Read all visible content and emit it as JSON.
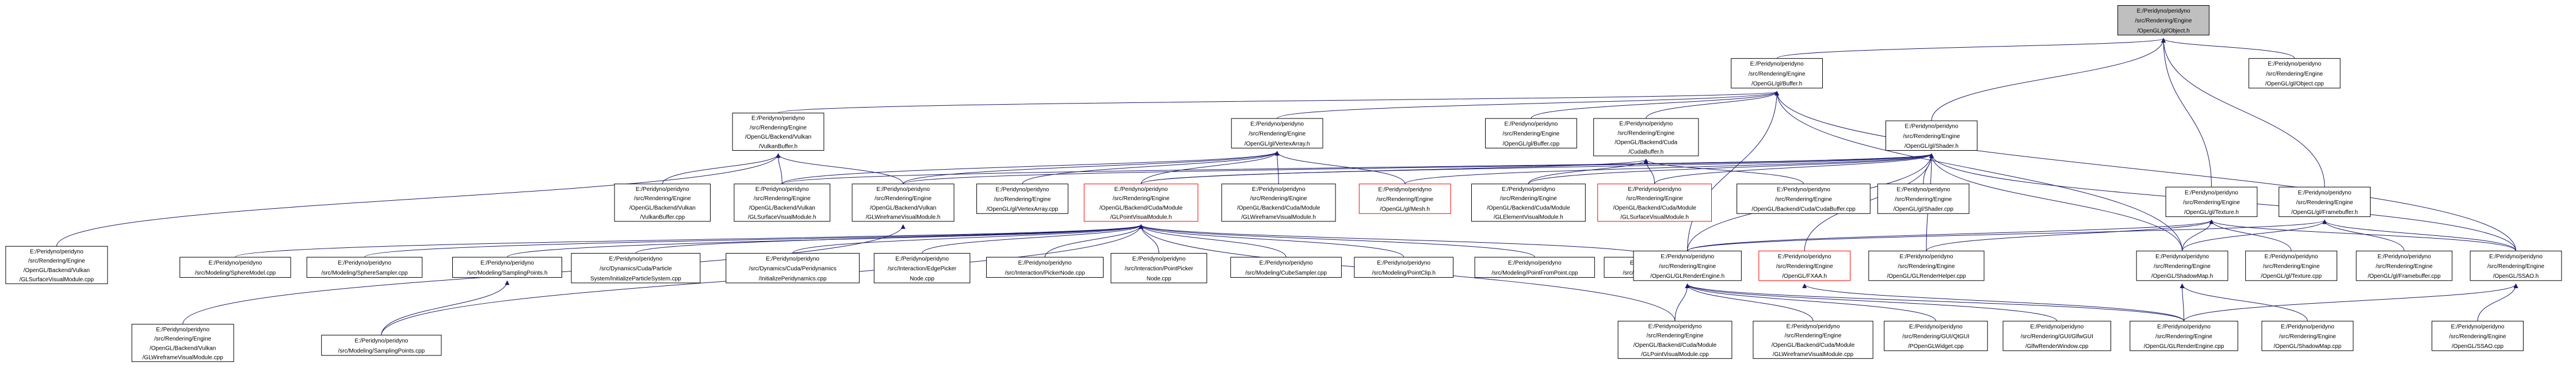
{
  "graph": {
    "colors": {
      "edge": "#191970",
      "root_fill": "#bfbfbf",
      "highlight_border": "#ff0000"
    },
    "nodes": [
      {
        "id": "root",
        "lines": [
          "E:/Peridyno/peridyno",
          "/src/Rendering/Engine",
          "/OpenGL/gl/Object.h"
        ],
        "root": true
      },
      {
        "id": "object_cpp",
        "lines": [
          "E:/Peridyno/peridyno",
          "/src/Rendering/Engine",
          "/OpenGL/gl/Object.cpp"
        ]
      },
      {
        "id": "buffer_h",
        "lines": [
          "E:/Peridyno/peridyno",
          "/src/Rendering/Engine",
          "/OpenGL/gl/Buffer.h"
        ]
      },
      {
        "id": "vulkan_buffer_h",
        "lines": [
          "E:/Peridyno/peridyno",
          "/src/Rendering/Engine",
          "/OpenGL/Backend/Vulkan",
          "/VulkanBuffer.h"
        ]
      },
      {
        "id": "vertexarray_h",
        "lines": [
          "E:/Peridyno/peridyno",
          "/src/Rendering/Engine",
          "/OpenGL/gl/VertexArray.h"
        ]
      },
      {
        "id": "buffer_cpp",
        "lines": [
          "E:/Peridyno/peridyno",
          "/src/Rendering/Engine",
          "/OpenGL/gl/Buffer.cpp"
        ]
      },
      {
        "id": "cudabuffer_h",
        "lines": [
          "E:/Peridyno/peridyno",
          "/src/Rendering/Engine",
          "/OpenGL/Backend/Cuda",
          "/CudaBuffer.h"
        ]
      },
      {
        "id": "shader_h",
        "lines": [
          "E:/Peridyno/peridyno",
          "/src/Rendering/Engine",
          "/OpenGL/gl/Shader.h"
        ]
      },
      {
        "id": "texture_h",
        "lines": [
          "E:/Peridyno/peridyno",
          "/src/Rendering/Engine",
          "/OpenGL/gl/Texture.h"
        ]
      },
      {
        "id": "framebuffer_h",
        "lines": [
          "E:/Peridyno/peridyno",
          "/src/Rendering/Engine",
          "/OpenGL/gl/Framebuffer.h"
        ]
      },
      {
        "id": "vulkanbuffer_cpp",
        "lines": [
          "E:/Peridyno/peridyno",
          "/src/Rendering/Engine",
          "/OpenGL/Backend/Vulkan",
          "/VulkanBuffer.cpp"
        ]
      },
      {
        "id": "vk_surface_h",
        "lines": [
          "E:/Peridyno/peridyno",
          "/src/Rendering/Engine",
          "/OpenGL/Backend/Vulkan",
          "/GLSurfaceVisualModule.h"
        ]
      },
      {
        "id": "vk_wireframe_h",
        "lines": [
          "E:/Peridyno/peridyno",
          "/src/Rendering/Engine",
          "/OpenGL/Backend/Vulkan",
          "/GLWireframeVisualModule.h"
        ]
      },
      {
        "id": "vertexarray_cpp",
        "lines": [
          "E:/Peridyno/peridyno",
          "/src/Rendering/Engine",
          "/OpenGL/gl/VertexArray.cpp"
        ]
      },
      {
        "id": "cuda_point_h",
        "lines": [
          "E:/Peridyno/peridyno",
          "/src/Rendering/Engine",
          "/OpenGL/Backend/Cuda/Module",
          "/GLPointVisualModule.h"
        ],
        "red": true
      },
      {
        "id": "cuda_wireframe_h",
        "lines": [
          "E:/Peridyno/peridyno",
          "/src/Rendering/Engine",
          "/OpenGL/Backend/Cuda/Module",
          "/GLWireframeVisualModule.h"
        ]
      },
      {
        "id": "mesh_h",
        "lines": [
          "E:/Peridyno/peridyno",
          "/src/Rendering/Engine",
          "/OpenGL/gl/Mesh.h"
        ],
        "red": true
      },
      {
        "id": "cuda_element_h",
        "lines": [
          "E:/Peridyno/peridyno",
          "/src/Rendering/Engine",
          "/OpenGL/Backend/Cuda/Module",
          "/GLElementVisualModule.h"
        ]
      },
      {
        "id": "cuda_surface_h",
        "lines": [
          "E:/Peridyno/peridyno",
          "/src/Rendering/Engine",
          "/OpenGL/Backend/Cuda/Module",
          "/GLSurfaceVisualModule.h"
        ],
        "red": true
      },
      {
        "id": "cudabuffer_cpp",
        "lines": [
          "E:/Peridyno/peridyno",
          "/src/Rendering/Engine",
          "/OpenGL/Backend/Cuda/CudaBuffer.cpp"
        ]
      },
      {
        "id": "shader_cpp",
        "lines": [
          "E:/Peridyno/peridyno",
          "/src/Rendering/Engine",
          "/OpenGL/gl/Shader.cpp"
        ]
      },
      {
        "id": "vk_surface_cpp",
        "lines": [
          "E:/Peridyno/peridyno",
          "/src/Rendering/Engine",
          "/OpenGL/Backend/Vulkan",
          "/GLSurfaceVisualModule.cpp"
        ]
      },
      {
        "id": "spheremodel_cpp",
        "lines": [
          "E:/Peridyno/peridyno",
          "/src/Modeling/SphereModel.cpp"
        ]
      },
      {
        "id": "spheresampler_cpp",
        "lines": [
          "E:/Peridyno/peridyno",
          "/src/Modeling/SphereSampler.cpp"
        ]
      },
      {
        "id": "samplingpoints_h",
        "lines": [
          "E:/Peridyno/peridyno",
          "/src/Modeling/SamplingPoints.h"
        ]
      },
      {
        "id": "cudaparticle_cpp",
        "lines": [
          "E:/Peridyno/peridyno",
          "/src/Dynamics/Cuda/Particle",
          "System/InitializeParticleSystem.cpp"
        ]
      },
      {
        "id": "initperi_cpp",
        "lines": [
          "E:/Peridyno/peridyno",
          "/src/Dynamics/Cuda/Peridynamics",
          "/InitializePeridynamics.cpp"
        ]
      },
      {
        "id": "edgepicker_cpp",
        "lines": [
          "E:/Peridyno/peridyno",
          "/src/Interaction/EdgePicker",
          "Node.cpp"
        ]
      },
      {
        "id": "pickernode_cpp",
        "lines": [
          "E:/Peridyno/peridyno",
          "/src/Interaction/PickerNode.cpp"
        ]
      },
      {
        "id": "pointpicker_cpp",
        "lines": [
          "E:/Peridyno/peridyno",
          "/src/Interaction/PointPicker",
          "Node.cpp"
        ]
      },
      {
        "id": "cubesampler_cpp",
        "lines": [
          "E:/Peridyno/peridyno",
          "/src/Modeling/CubeSampler.cpp"
        ]
      },
      {
        "id": "pointclip_h",
        "lines": [
          "E:/Peridyno/peridyno",
          "/src/Modeling/PointClip.h"
        ]
      },
      {
        "id": "pointfrompoint_cpp",
        "lines": [
          "E:/Peridyno/peridyno",
          "/src/Modeling/PointFromPoint.cpp"
        ]
      },
      {
        "id": "sampler_cpp",
        "lines": [
          "E:/Peridyno/peridyno",
          "/src/Modeling/Sampler.cpp"
        ]
      },
      {
        "id": "glrenderengine_h",
        "lines": [
          "E:/Peridyno/peridyno",
          "/src/Rendering/Engine",
          "/OpenGL/GLRenderEngine.h"
        ]
      },
      {
        "id": "fxaa_h",
        "lines": [
          "E:/Peridyno/peridyno",
          "/src/Rendering/Engine",
          "/OpenGL/FXAA.h"
        ],
        "red": true
      },
      {
        "id": "glrenderhelper_cpp",
        "lines": [
          "E:/Peridyno/peridyno",
          "/src/Rendering/Engine",
          "/OpenGL/GLRenderHelper.cpp"
        ]
      },
      {
        "id": "shadowmap_h",
        "lines": [
          "E:/Peridyno/peridyno",
          "/src/Rendering/Engine",
          "/OpenGL/ShadowMap.h"
        ]
      },
      {
        "id": "texture_cpp",
        "lines": [
          "E:/Peridyno/peridyno",
          "/src/Rendering/Engine",
          "/OpenGL/gl/Texture.cpp"
        ]
      },
      {
        "id": "framebuffer_cpp",
        "lines": [
          "E:/Peridyno/peridyno",
          "/src/Rendering/Engine",
          "/OpenGL/gl/Framebuffer.cpp"
        ]
      },
      {
        "id": "ssao_h",
        "lines": [
          "E:/Peridyno/peridyno",
          "/src/Rendering/Engine",
          "/OpenGL/SSAO.h"
        ]
      },
      {
        "id": "vk_wireframe_cpp",
        "lines": [
          "E:/Peridyno/peridyno",
          "/src/Rendering/Engine",
          "/OpenGL/Backend/Vulkan",
          "/GLWireframeVisualModule.cpp"
        ]
      },
      {
        "id": "samplingpoints_cpp",
        "lines": [
          "E:/Peridyno/peridyno",
          "/src/Modeling/SamplingPoints.cpp"
        ]
      },
      {
        "id": "cuda_point_cpp",
        "lines": [
          "E:/Peridyno/peridyno",
          "/src/Rendering/Engine",
          "/OpenGL/Backend/Cuda/Module",
          "/GLPointVisualModule.cpp"
        ]
      },
      {
        "id": "cuda_wireframe_cpp",
        "lines": [
          "E:/Peridyno/peridyno",
          "/src/Rendering/Engine",
          "/OpenGL/Backend/Cuda/Module",
          "/GLWireframeVisualModule.cpp"
        ]
      },
      {
        "id": "qtgui_h",
        "lines": [
          "E:/Peridyno/peridyno",
          "/src/Rendering/GUI/QtGUI",
          "/POpenGLWidget.cpp"
        ]
      },
      {
        "id": "glfwgui_cpp",
        "lines": [
          "E:/Peridyno/peridyno",
          "/src/Rendering/GUI/GlfwGUI",
          "/GlfwRenderWindow.cpp"
        ]
      },
      {
        "id": "glrenderengine_cpp",
        "lines": [
          "E:/Peridyno/peridyno",
          "/src/Rendering/Engine",
          "/OpenGL/GLRenderEngine.cpp"
        ]
      },
      {
        "id": "shadowmap_cpp",
        "lines": [
          "E:/Peridyno/peridyno",
          "/src/Rendering/Engine",
          "/OpenGL/ShadowMap.cpp"
        ]
      },
      {
        "id": "ssao_cpp",
        "lines": [
          "E:/Peridyno/peridyno",
          "/src/Rendering/Engine",
          "/OpenGL/SSAO.cpp"
        ]
      }
    ],
    "edges": [
      [
        "object_cpp",
        "root"
      ],
      [
        "buffer_h",
        "root"
      ],
      [
        "shader_h",
        "root"
      ],
      [
        "texture_h",
        "root"
      ],
      [
        "framebuffer_h",
        "root"
      ],
      [
        "vulkan_buffer_h",
        "buffer_h"
      ],
      [
        "vertexarray_h",
        "buffer_h"
      ],
      [
        "buffer_cpp",
        "buffer_h"
      ],
      [
        "cudabuffer_h",
        "buffer_h"
      ],
      [
        "glrenderengine_h",
        "buffer_h"
      ],
      [
        "ssao_h",
        "buffer_h"
      ],
      [
        "shadowmap_h",
        "buffer_h"
      ],
      [
        "vulkanbuffer_cpp",
        "vulkan_buffer_h"
      ],
      [
        "vk_surface_h",
        "vulkan_buffer_h"
      ],
      [
        "vk_wireframe_h",
        "vulkan_buffer_h"
      ],
      [
        "vk_surface_cpp",
        "vulkan_buffer_h"
      ],
      [
        "vertexarray_cpp",
        "vertexarray_h"
      ],
      [
        "cuda_point_h",
        "vertexarray_h"
      ],
      [
        "cuda_wireframe_h",
        "vertexarray_h"
      ],
      [
        "mesh_h",
        "vertexarray_h"
      ],
      [
        "vk_surface_h",
        "vertexarray_h"
      ],
      [
        "vk_wireframe_h",
        "vertexarray_h"
      ],
      [
        "cuda_point_h",
        "cudabuffer_h"
      ],
      [
        "cuda_element_h",
        "cudabuffer_h"
      ],
      [
        "cuda_surface_h",
        "cudabuffer_h"
      ],
      [
        "cudabuffer_cpp",
        "cudabuffer_h"
      ],
      [
        "shader_cpp",
        "shader_h"
      ],
      [
        "cuda_point_h",
        "shader_h"
      ],
      [
        "mesh_h",
        "shader_h"
      ],
      [
        "cuda_element_h",
        "shader_h"
      ],
      [
        "cuda_surface_h",
        "shader_h"
      ],
      [
        "vk_surface_h",
        "shader_h"
      ],
      [
        "vk_wireframe_h",
        "shader_h"
      ],
      [
        "fxaa_h",
        "shader_h"
      ],
      [
        "glrenderengine_h",
        "shader_h"
      ],
      [
        "glrenderhelper_cpp",
        "shader_h"
      ],
      [
        "shadowmap_h",
        "shader_h"
      ],
      [
        "ssao_h",
        "shader_h"
      ],
      [
        "texture_cpp",
        "texture_h"
      ],
      [
        "shadowmap_h",
        "texture_h"
      ],
      [
        "ssao_h",
        "texture_h"
      ],
      [
        "glrenderengine_h",
        "texture_h"
      ],
      [
        "glrenderhelper_cpp",
        "texture_h"
      ],
      [
        "framebuffer_cpp",
        "framebuffer_h"
      ],
      [
        "shadowmap_h",
        "framebuffer_h"
      ],
      [
        "ssao_h",
        "framebuffer_h"
      ],
      [
        "glrenderengine_h",
        "framebuffer_h"
      ],
      [
        "spheremodel_cpp",
        "cuda_point_h"
      ],
      [
        "spheresampler_cpp",
        "cuda_point_h"
      ],
      [
        "samplingpoints_h",
        "cuda_point_h"
      ],
      [
        "cudaparticle_cpp",
        "cuda_point_h"
      ],
      [
        "initperi_cpp",
        "cuda_point_h"
      ],
      [
        "edgepicker_cpp",
        "cuda_point_h"
      ],
      [
        "pickernode_cpp",
        "cuda_point_h"
      ],
      [
        "pointpicker_cpp",
        "cuda_point_h"
      ],
      [
        "cubesampler_cpp",
        "cuda_point_h"
      ],
      [
        "pointclip_h",
        "cuda_point_h"
      ],
      [
        "pointfrompoint_cpp",
        "cuda_point_h"
      ],
      [
        "sampler_cpp",
        "cuda_point_h"
      ],
      [
        "cuda_point_cpp",
        "cuda_point_h"
      ],
      [
        "samplingpoints_cpp",
        "cuda_point_h"
      ],
      [
        "samplingpoints_cpp",
        "samplingpoints_h"
      ],
      [
        "vk_wireframe_cpp",
        "vk_wireframe_h"
      ],
      [
        "cuda_point_cpp",
        "glrenderengine_h"
      ],
      [
        "cuda_wireframe_cpp",
        "glrenderengine_h"
      ],
      [
        "qtgui_h",
        "glrenderengine_h"
      ],
      [
        "glfwgui_cpp",
        "glrenderengine_h"
      ],
      [
        "glrenderengine_cpp",
        "glrenderengine_h"
      ],
      [
        "glrenderengine_cpp",
        "shadowmap_h"
      ],
      [
        "shadowmap_cpp",
        "shadowmap_h"
      ],
      [
        "glrenderengine_cpp",
        "ssao_h"
      ],
      [
        "ssao_cpp",
        "ssao_h"
      ],
      [
        "glrenderengine_cpp",
        "fxaa_h"
      ]
    ]
  }
}
